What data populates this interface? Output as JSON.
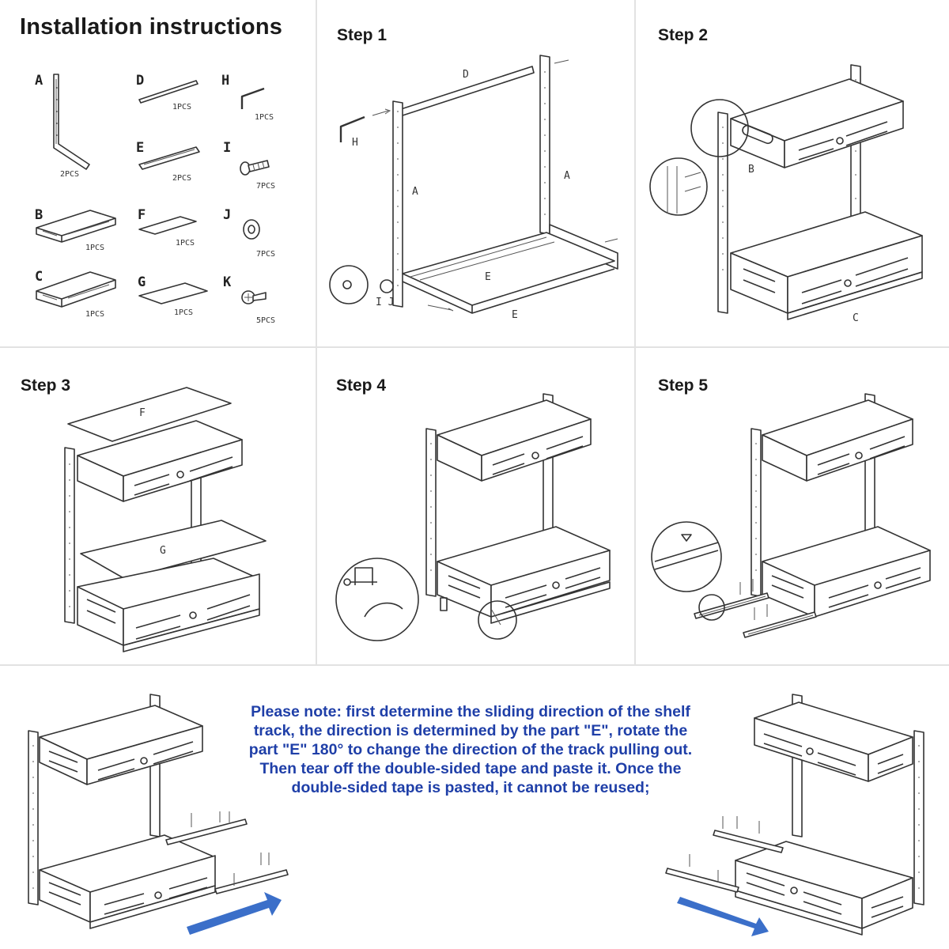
{
  "title": "Installation instructions",
  "steps": [
    "Step 1",
    "Step 2",
    "Step 3",
    "Step 4",
    "Step 5"
  ],
  "parts": [
    {
      "letter": "A",
      "qty": "2PCS"
    },
    {
      "letter": "B",
      "qty": "1PCS"
    },
    {
      "letter": "C",
      "qty": "1PCS"
    },
    {
      "letter": "D",
      "qty": "1PCS"
    },
    {
      "letter": "E",
      "qty": "2PCS"
    },
    {
      "letter": "F",
      "qty": "1PCS"
    },
    {
      "letter": "G",
      "qty": "1PCS"
    },
    {
      "letter": "H",
      "qty": "1PCS"
    },
    {
      "letter": "I",
      "qty": "7PCS"
    },
    {
      "letter": "J",
      "qty": "7PCS"
    },
    {
      "letter": "K",
      "qty": "5PCS"
    }
  ],
  "step1_labels": {
    "d": "D",
    "h": "H",
    "a_left": "A",
    "a_right": "A",
    "e_top": "E",
    "e_bottom": "E",
    "ij": "I J"
  },
  "step2_labels": {
    "b": "B",
    "c": "C"
  },
  "step3_labels": {
    "f": "F",
    "g": "G"
  },
  "note": "Please note: first determine the sliding direction of the shelf track, the direction is determined by the part \"E\", rotate the part \"E\" 180° to change the direction of the track pulling out. Then tear off the double-sided tape and paste it. Once the double-sided tape is pasted, it cannot be reused;",
  "colors": {
    "note_text": "#1f3fa8",
    "arrow": "#3b6fc9",
    "line_art": "#333333",
    "divider": "#e2e2e2"
  }
}
